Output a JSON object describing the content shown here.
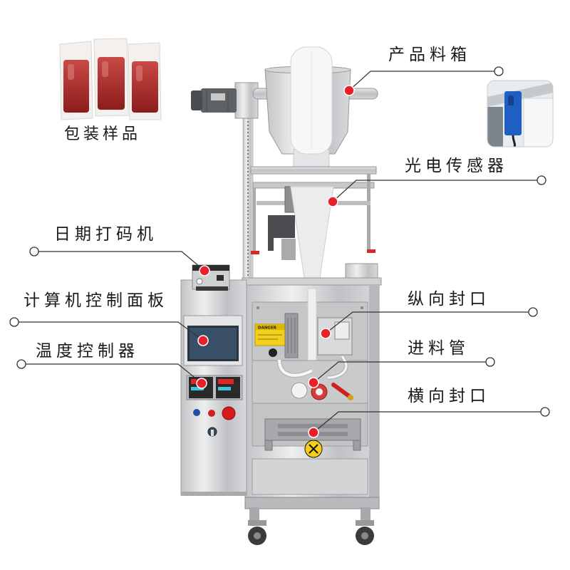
{
  "sample": {
    "caption": "包装样品"
  },
  "callouts": {
    "product_hopper": "产品料箱",
    "photoelectric_sensor": "光电传感器",
    "date_coder": "日期打码机",
    "control_panel": "计算机控制面板",
    "temperature_controller": "温度控制器",
    "vertical_seal": "纵向封口",
    "feed_tube": "进料管",
    "horizontal_seal": "横向封口"
  },
  "machine": {
    "warning_sticker": "DANGER"
  },
  "icons": {
    "callout_marker": "red-dot",
    "callout_endpoint": "hollow-circle"
  },
  "colors": {
    "background": "#ffffff",
    "callout_marker": "#e8202a",
    "callout_line": "#333333",
    "label_text": "#1a1a1a",
    "steel": "#c8c9cc"
  }
}
